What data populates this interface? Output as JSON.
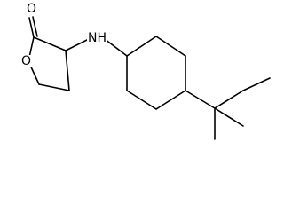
{
  "molecule": {
    "atom_labels": {
      "carbonyl_oxygen": "O",
      "ring_oxygen": "O",
      "amine_nitrogen": "NH"
    },
    "colors": {
      "bond": "#000000",
      "label": "#000000",
      "background": "#ffffff"
    }
  }
}
